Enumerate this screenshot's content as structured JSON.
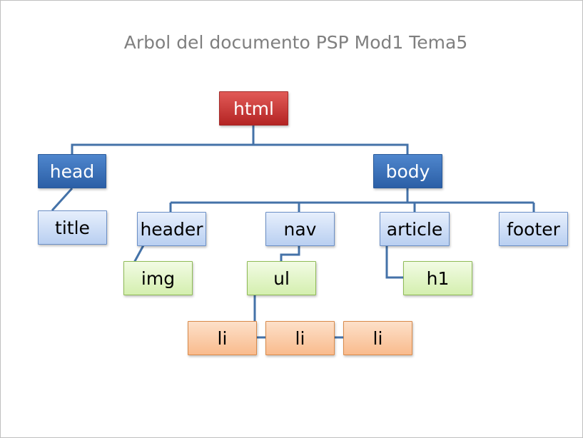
{
  "title": "Arbol del documento PSP Mod1 Tema5",
  "nodes": {
    "html": "html",
    "head": "head",
    "body": "body",
    "title": "title",
    "header": "header",
    "nav": "nav",
    "article": "article",
    "footer": "footer",
    "img": "img",
    "ul": "ul",
    "h1": "h1",
    "li_1": "li",
    "li_2": "li",
    "li_3": "li"
  },
  "colors": {
    "connector": "#4472a8",
    "root": "#c0302f",
    "level1": "#3a70b8",
    "level2": "#c9daf5",
    "level3": "#dff3c3",
    "level4": "#fbcaa5",
    "title_text": "#7f7f7f"
  }
}
